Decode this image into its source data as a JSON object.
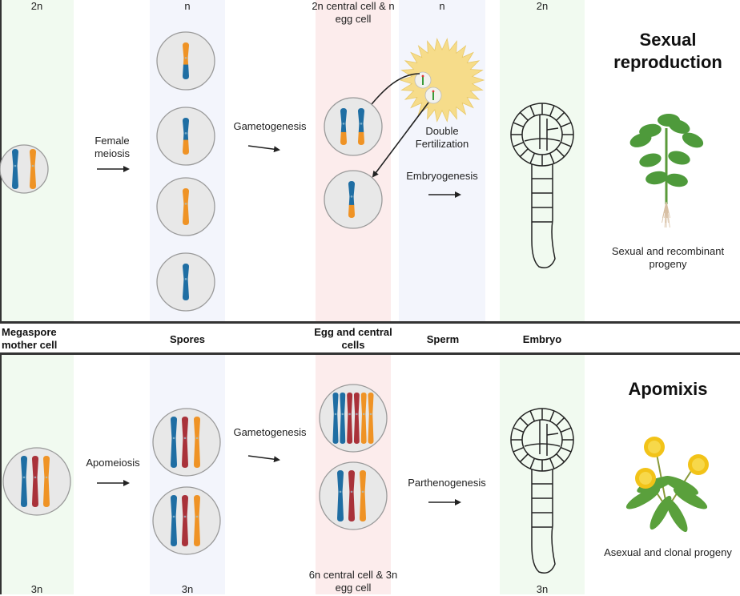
{
  "colors": {
    "chromosome_blue": "#1f6ea3",
    "chromosome_orange": "#ef9325",
    "chromosome_red": "#a9323a",
    "cell_fill": "#e8e8e8",
    "cell_stroke": "#9a9a9a",
    "pollen_fill": "#f6dc8a",
    "band_green": "#f1faf0",
    "band_blue": "#f3f5fc",
    "band_pink": "#fcecec"
  },
  "columns": {
    "megaspore": "Megaspore mother cell",
    "spores": "Spores",
    "egg_central": "Egg and central cells",
    "sperm": "Sperm",
    "embryo": "Embryo"
  },
  "sexual": {
    "title": "Sexual reproduction",
    "ploidy": {
      "megaspore": "2n",
      "spores": "n",
      "egg_central": "2n central cell & n egg cell",
      "sperm": "n",
      "embryo": "2n"
    },
    "steps": {
      "meiosis": "Female meiosis",
      "gametogenesis": "Gametogenesis",
      "fertilization": "Double Fertilization",
      "embryogenesis": "Embryogenesis"
    },
    "progeny": "Sexual and recombinant progeny",
    "plant_icon": "tomato-plant-icon"
  },
  "apomixis": {
    "title": "Apomixis",
    "ploidy": {
      "megaspore": "3n",
      "spores": "3n",
      "egg_central": "6n central cell & 3n egg cell",
      "embryo": "3n"
    },
    "steps": {
      "apomeiosis": "Apomeiosis",
      "gametogenesis": "Gametogenesis",
      "parthenogenesis": "Parthenogenesis"
    },
    "progeny": "Asexual and clonal progeny",
    "plant_icon": "dandelion-plant-icon"
  }
}
